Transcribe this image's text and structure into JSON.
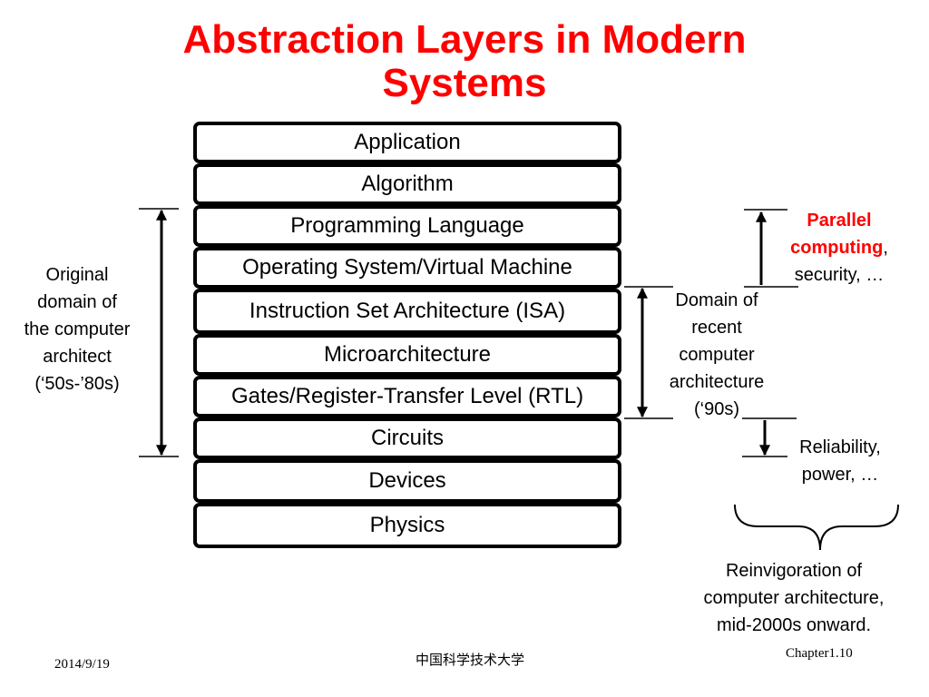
{
  "title_line1": "Abstraction Layers in Modern",
  "title_line2": "Systems",
  "layers": [
    "Application",
    "Algorithm",
    "Programming Language",
    "Operating System/Virtual Machine",
    "Instruction Set Architecture (ISA)",
    "Microarchitecture",
    "Gates/Register-Transfer Level (RTL)",
    "Circuits",
    "Devices",
    "Physics"
  ],
  "original_domain": [
    "Original",
    "domain of",
    "the computer",
    "architect",
    "(‘50s-’80s)"
  ],
  "recent_domain": [
    "Domain of",
    "recent",
    "computer",
    "architecture",
    "(‘90s)"
  ],
  "parallel": {
    "bold1": "Parallel",
    "bold2": "computing",
    "comma": ",",
    "rest": "security, …"
  },
  "reliability": [
    "Reliability,",
    "power, …"
  ],
  "reinvigoration": [
    "Reinvigoration of",
    "computer architecture,",
    "mid-2000s onward."
  ],
  "footer": {
    "date": "2014/9/19",
    "university": "中国科学技术大学",
    "chapter": "Chapter1.10"
  },
  "colors": {
    "title": "#ff0000",
    "highlight": "#ff0000",
    "text": "#000000"
  }
}
